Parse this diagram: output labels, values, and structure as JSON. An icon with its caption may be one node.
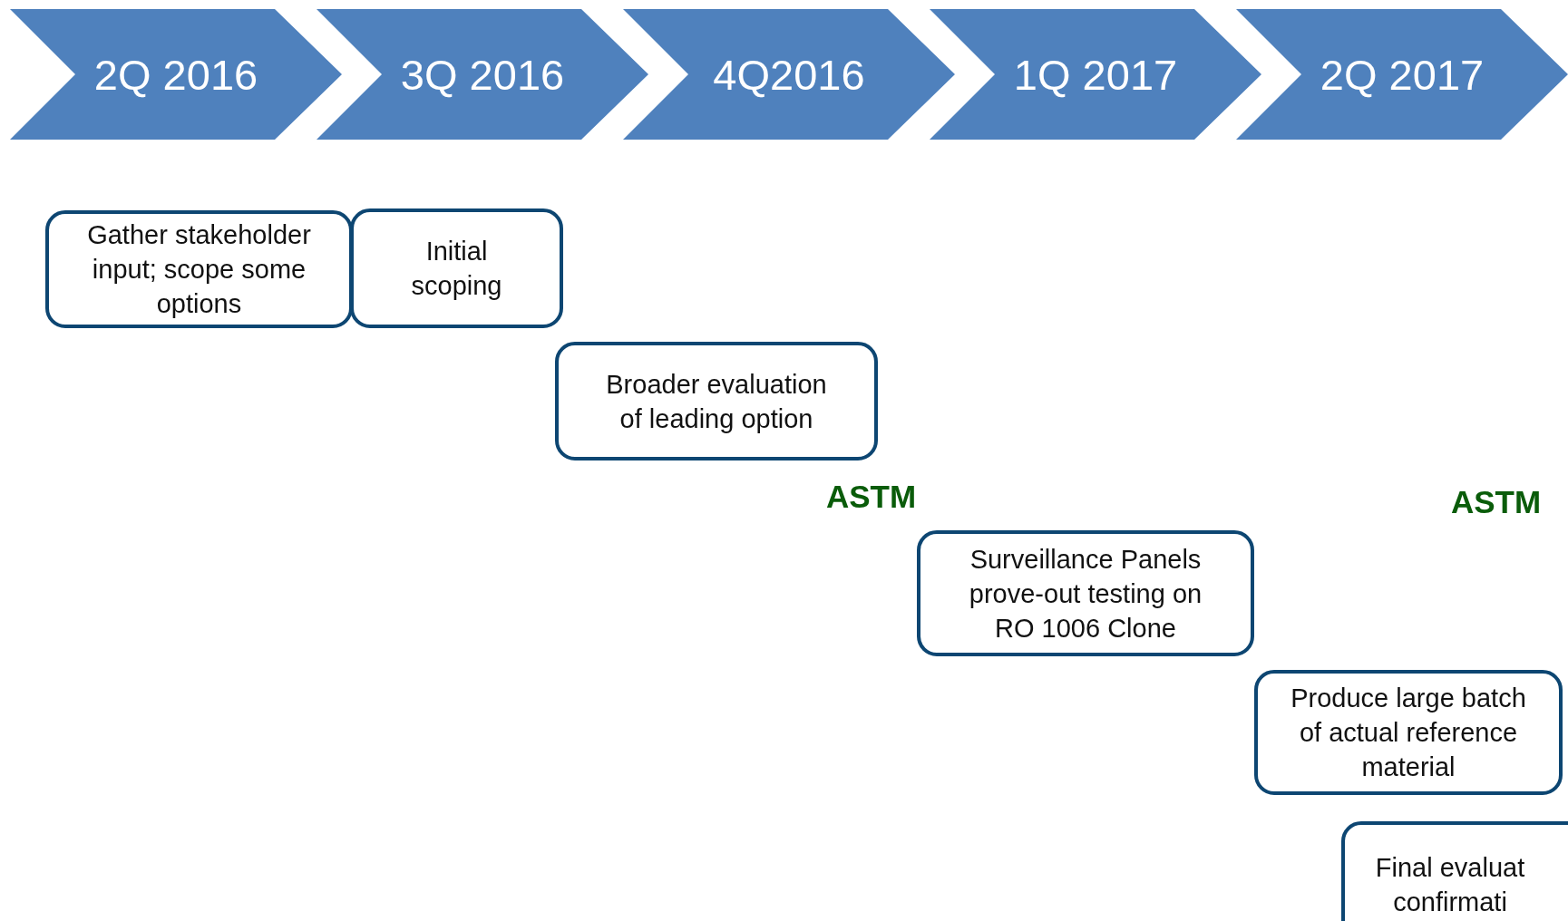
{
  "diagram": {
    "nodes": [
      {
        "text": [
          "2Q 2016"
        ]
      },
      {
        "text": [
          "3Q 2016"
        ]
      },
      {
        "text": [
          "4Q2016"
        ]
      },
      {
        "text": [
          "1Q 2017"
        ]
      },
      {
        "text": [
          "2Q 2017"
        ]
      },
      {
        "text": [
          "Gather stakeholder input; scope some options"
        ]
      },
      {
        "text": [
          "Initial scoping"
        ]
      },
      {
        "text": [
          "Broader evaluation of leading option"
        ]
      },
      {
        "text": [
          "Surveillance Panels prove-out testing on RO 1006 Clone"
        ]
      },
      {
        "text": [
          "Produce large batch of actual reference material"
        ]
      },
      {
        "text": [
          "Final evaluat confirmati"
        ]
      }
    ],
    "labels": [
      "ASTM",
      "ASTM"
    ]
  }
}
